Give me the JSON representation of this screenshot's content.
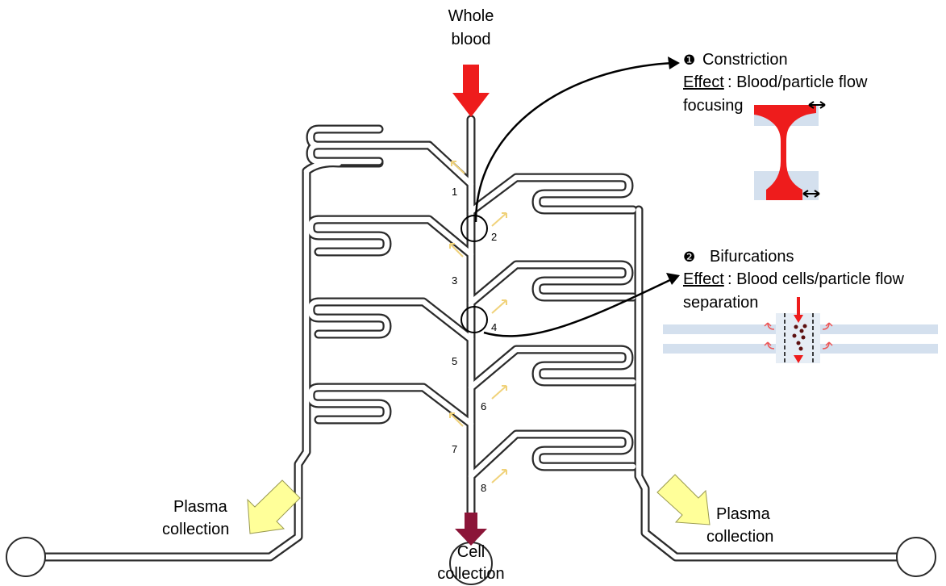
{
  "labels": {
    "inlet": [
      "Whole",
      "blood"
    ],
    "constriction_marker": "❶",
    "constriction_title": "Constriction",
    "constriction_effect_key": "Effect",
    "constriction_effect_text": [
      ": Blood/particle flow",
      "focusing"
    ],
    "bifurcation_marker": "❷",
    "bifurcation_title": "Bifurcations",
    "bifurcation_effect_key": "Effect",
    "bifurcation_effect_text": [
      ": Blood cells/particle flow",
      "separation"
    ],
    "plasma_left": [
      "Plasma",
      "collection"
    ],
    "plasma_right": [
      "Plasma",
      "collection"
    ],
    "cell_collection": [
      "Cell",
      "collection"
    ]
  },
  "branch_numbers": [
    "1",
    "2",
    "3",
    "4",
    "5",
    "6",
    "7",
    "8"
  ],
  "colors": {
    "inlet_arrow": "#ee1c1c",
    "outlet_arrow": "#8b1538",
    "plasma_arrow": "#ffff99",
    "flow_arrow": "#f0d27a",
    "channel": "#2b2b2b",
    "inset_bg": "#d4e0ee",
    "inset_fluid": "#ee1c1c"
  }
}
